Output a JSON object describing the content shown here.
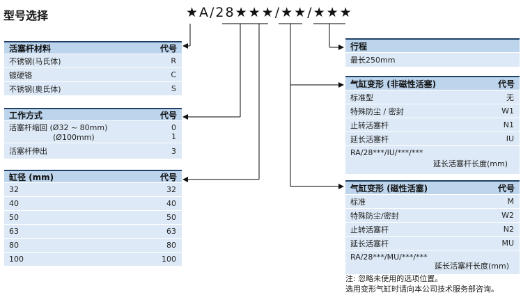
{
  "title": "型号选择",
  "model_code": "★A/28★★★/★★/★★★",
  "tables": {
    "material": {
      "header": [
        "活塞杆材料",
        "代号"
      ],
      "rows": [
        [
          "不锈钢(马氏体)",
          "R"
        ],
        [
          "镀硬铬",
          "C"
        ],
        [
          "不锈钢(奥氏体)",
          "S"
        ]
      ]
    },
    "mode": {
      "header": [
        "工作方式",
        "代号"
      ],
      "row1": {
        "label_a": "活塞杆缩回  (Ø32 ~ 80mm)",
        "label_b": "(Ø100mm)",
        "code_a": "0",
        "code_b": "1"
      },
      "row2": [
        "活塞杆伸出",
        "3"
      ]
    },
    "bore": {
      "header": [
        "缸径 (mm)",
        "代号"
      ],
      "rows": [
        [
          "32",
          "32"
        ],
        [
          "40",
          "40"
        ],
        [
          "50",
          "50"
        ],
        [
          "63",
          "63"
        ],
        [
          "80",
          "80"
        ],
        [
          "100",
          "100"
        ]
      ]
    },
    "stroke": {
      "header": [
        "行程"
      ],
      "row": "最长250mm"
    },
    "nonmag": {
      "header": [
        "气缸变形 (非磁性活塞)",
        "代号"
      ],
      "rows": [
        [
          "标准型",
          "无"
        ],
        [
          "特殊防尘 / 密封",
          "W1"
        ],
        [
          "止转活塞杆",
          "N1"
        ],
        [
          "延长活塞杆",
          "IU"
        ]
      ],
      "formula": "RA/28***/IU/***/***",
      "formula_note": "延长活塞杆长度(mm)"
    },
    "mag": {
      "header": [
        "气缸变形 (磁性活塞)",
        "代号"
      ],
      "rows": [
        [
          "标准",
          "M"
        ],
        [
          "特殊防尘/密封",
          "W2"
        ],
        [
          "止转活塞杆",
          "N2"
        ],
        [
          "延长活塞杆",
          "MU"
        ]
      ],
      "formula": "RA/28***/MU/***/***",
      "formula_note": "延长活塞杆长度(mm)"
    }
  },
  "notes": [
    "注: 忽略未使用的选项位置。",
    "选用变形气缸时请向本公司技术服务部咨询。"
  ],
  "colors": {
    "header_bg": "#bcd4ec",
    "row_bg": "#dde9f6",
    "header_border": "#1f3f66"
  }
}
